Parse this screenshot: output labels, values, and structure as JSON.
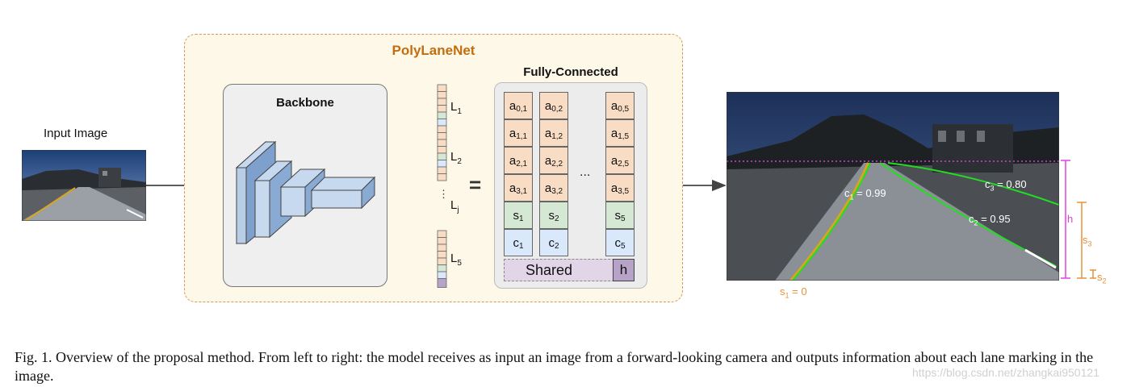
{
  "input_label": "Input Image",
  "title": "PolyLaneNet",
  "backbone_label": "Backbone",
  "fc_label": "Fully-Connected",
  "equals_sign": "=",
  "ellipsis": "...",
  "vertical_dots": "⋮",
  "feature_labels": {
    "l1": {
      "base": "L",
      "sub": "1"
    },
    "l2": {
      "base": "L",
      "sub": "2"
    },
    "lj": {
      "base": "L",
      "sub": "j"
    },
    "l5": {
      "base": "L",
      "sub": "5"
    }
  },
  "fc_columns": [
    {
      "a0": {
        "base": "a",
        "sub": "0,1"
      },
      "a1": {
        "base": "a",
        "sub": "1,1"
      },
      "a2": {
        "base": "a",
        "sub": "2,1"
      },
      "a3": {
        "base": "a",
        "sub": "3,1"
      },
      "s": {
        "base": "s",
        "sub": "1"
      },
      "c": {
        "base": "c",
        "sub": "1"
      }
    },
    {
      "a0": {
        "base": "a",
        "sub": "0,2"
      },
      "a1": {
        "base": "a",
        "sub": "1,2"
      },
      "a2": {
        "base": "a",
        "sub": "2,2"
      },
      "a3": {
        "base": "a",
        "sub": "3,2"
      },
      "s": {
        "base": "s",
        "sub": "2"
      },
      "c": {
        "base": "c",
        "sub": "2"
      }
    },
    {
      "a0": {
        "base": "a",
        "sub": "0,5"
      },
      "a1": {
        "base": "a",
        "sub": "1,5"
      },
      "a2": {
        "base": "a",
        "sub": "2,5"
      },
      "a3": {
        "base": "a",
        "sub": "3,5"
      },
      "s": {
        "base": "s",
        "sub": "5"
      },
      "c": {
        "base": "c",
        "sub": "5"
      }
    }
  ],
  "shared_label": "Shared",
  "h_label": "h",
  "output_annotations": {
    "c1": {
      "base": "c",
      "sub": "1",
      "rest": " = 0.99"
    },
    "c2": {
      "base": "c",
      "sub": "2",
      "rest": " = 0.95"
    },
    "c3": {
      "base": "c",
      "sub": "3",
      "rest": " = 0.80"
    },
    "h": "h",
    "s3": {
      "base": "s",
      "sub": "3"
    },
    "s2": {
      "base": "s",
      "sub": "2"
    },
    "s1": {
      "base": "s",
      "sub": "1",
      "rest": " = 0"
    }
  },
  "caption": "Fig. 1.  Overview of the proposal method. From left to right: the model receives as input an image from a forward-looking camera and outputs information about each lane marking in the image.",
  "watermark": "https://blog.csdn.net/zhangkai950121",
  "colors": {
    "accent_orange": "#c26d0f",
    "lane_green": "#22dd22",
    "h_marker": "#e040e0",
    "s_marker": "#e69138",
    "a_cell": "#f9dcc4",
    "s_cell": "#d5e8d4",
    "c_cell": "#dae8fc",
    "shared_bg": "#e1d5e7"
  }
}
